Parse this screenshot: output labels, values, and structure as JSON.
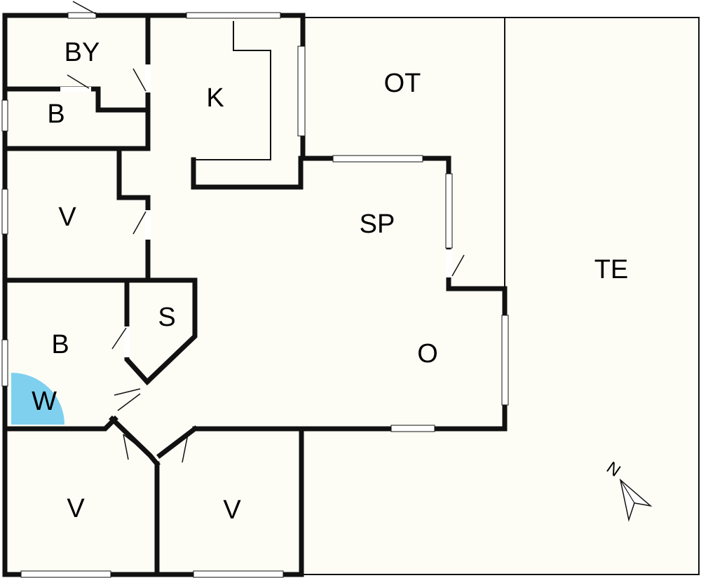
{
  "colors": {
    "floor": "#fdfdf6",
    "wall": "#111111",
    "window": "#ffffff",
    "whirlpool": "#7fd0ef"
  },
  "icons": {
    "compass": "north-arrow-icon"
  },
  "rooms": {
    "by": "BY",
    "b_small": "B",
    "k": "K",
    "ot": "OT",
    "v_upper": "V",
    "sp": "SP",
    "te": "TE",
    "s": "S",
    "b_lower": "B",
    "o": "O",
    "w": "W",
    "v_bottom_left": "V",
    "v_bottom_mid": "V"
  },
  "compass": {
    "label": "N"
  }
}
